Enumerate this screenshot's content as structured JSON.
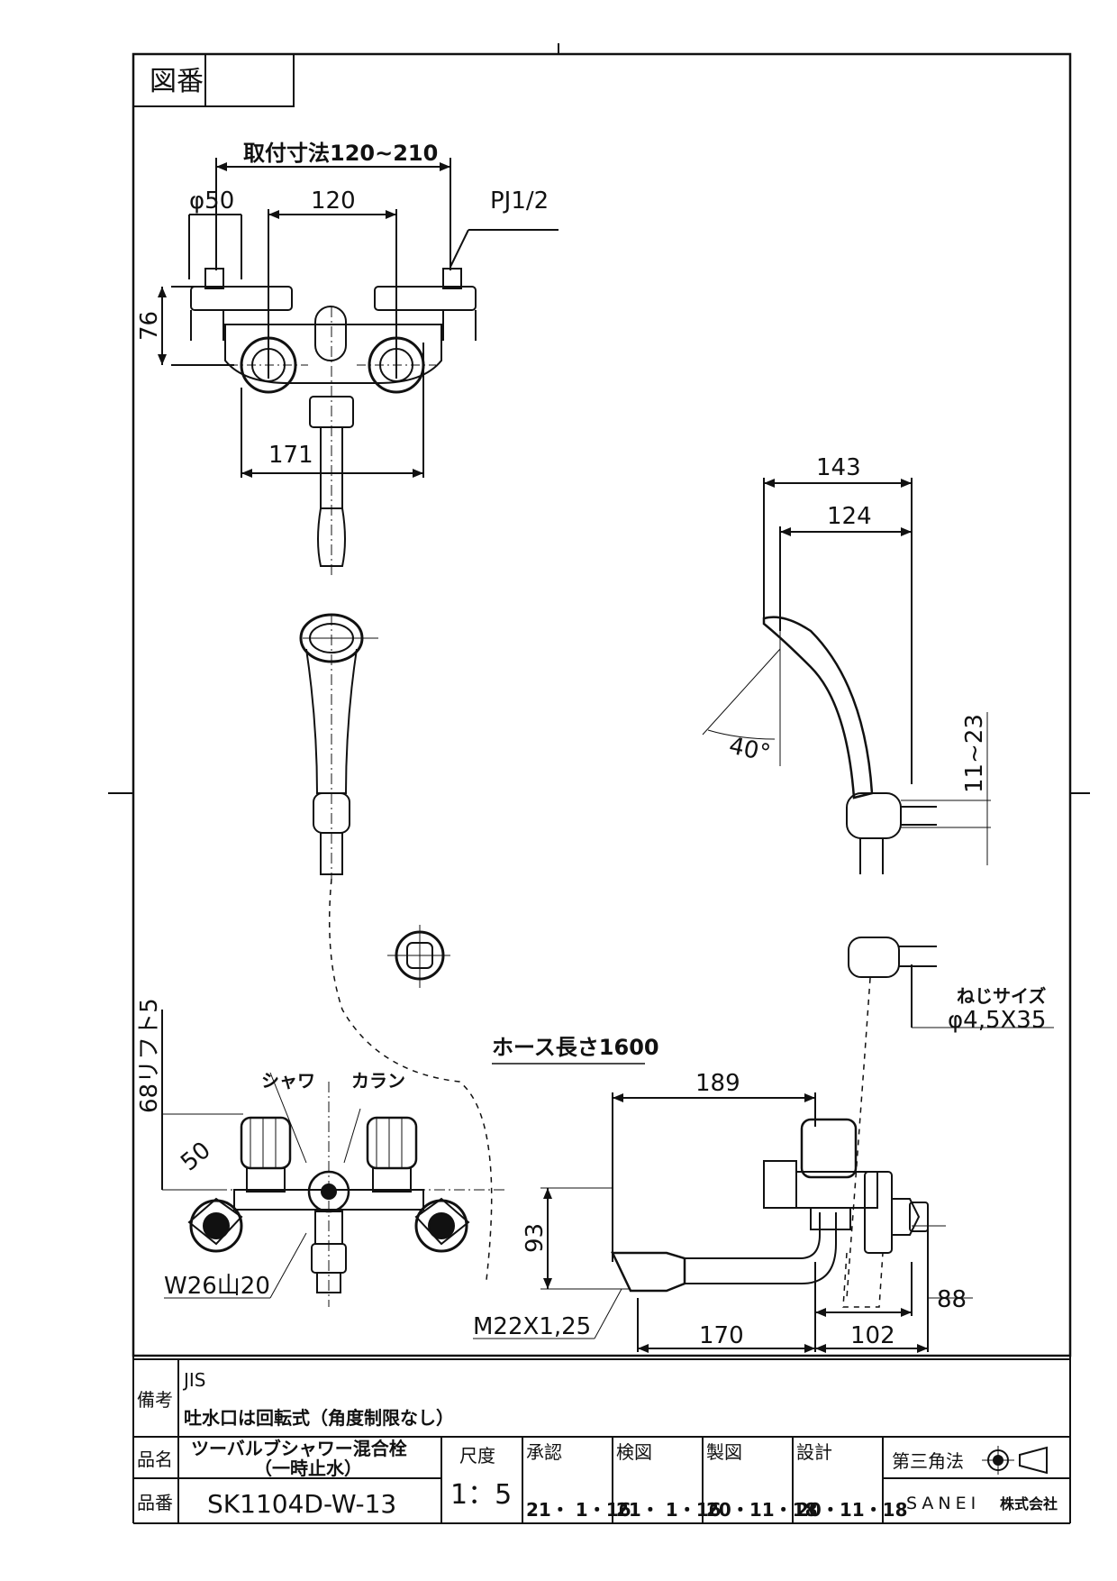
{
  "header": {
    "drawing_no_label": "図番",
    "drawing_no_value": ""
  },
  "dims": {
    "mount_range": "取付寸法120~210",
    "d50": "φ50",
    "d120": "120",
    "pj": "PJ1/2",
    "d76": "76",
    "d171": "171",
    "d143": "143",
    "d124": "124",
    "angle": "40°",
    "d11_23": "11~23",
    "screw_label": "ねじサイズ",
    "screw_size": "φ4,5X35",
    "hose": "ホース長さ1600",
    "lift": "68リフト5",
    "shower": "シャワ",
    "karan": "カラン",
    "d50b": "50",
    "w26": "W26山20",
    "d189": "189",
    "d93": "93",
    "m22": "M22X1,25",
    "d170": "170",
    "d102": "102",
    "d88": "88"
  },
  "title_block": {
    "remarks_label": "備考",
    "remarks_1": "JIS",
    "remarks_2": "吐水口は回転式（角度制限なし）",
    "name_label": "品名",
    "name_1": "ツーバルブシャワー混合栓",
    "name_2": "（一時止水）",
    "number_label": "品番",
    "number": "SK1104D-W-13",
    "scale_label": "尺度",
    "scale": "1：5",
    "approve_label": "承認",
    "approve_date": "21・ 1・16",
    "check_label": "検図",
    "check_date": "21・ 1・16",
    "draw_label": "製図",
    "draw_date": "20・11・18",
    "design_label": "設計",
    "design_date": "20・11・18",
    "projection": "第三角法",
    "company_en": "SANEI",
    "company_jp": "株式会社"
  }
}
